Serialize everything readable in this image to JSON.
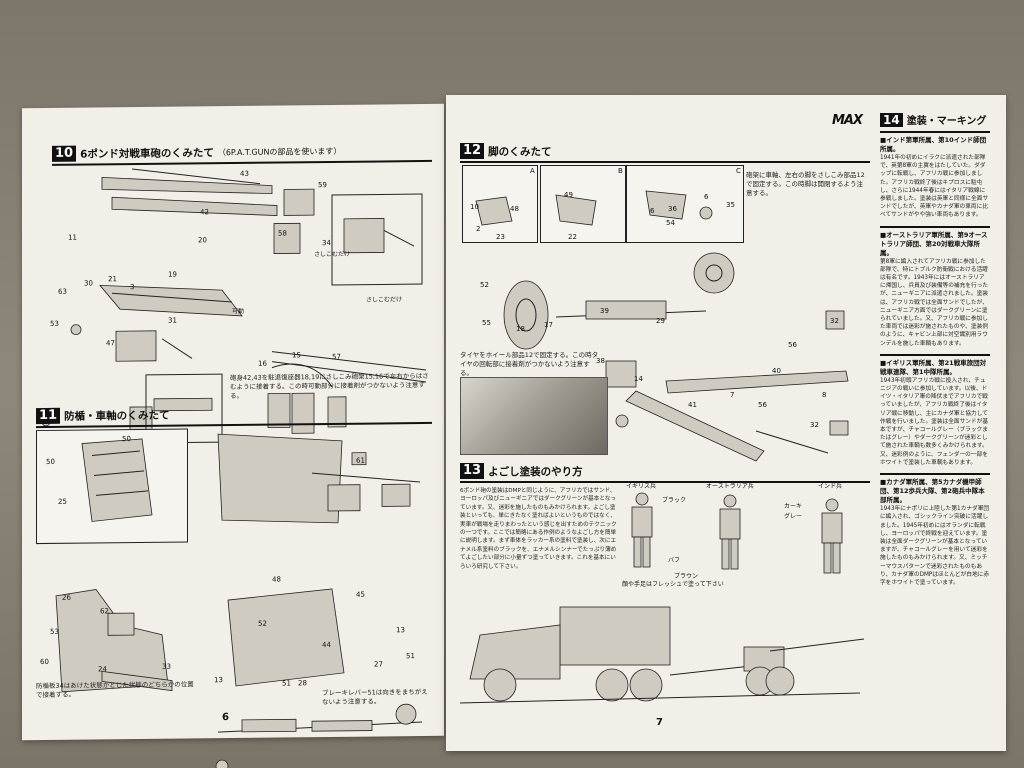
{
  "left_page": {
    "page_number": "6",
    "section10": {
      "num": "10",
      "title": "6ポンド対戦車砲のくみたて",
      "subtitle": "（6P.A.T.GUNの部品を使います）",
      "labels": [
        "43",
        "42",
        "59",
        "34",
        "58",
        "20",
        "19",
        "11",
        "63",
        "3",
        "30",
        "21",
        "53",
        "31",
        "47",
        "さしこむだけ",
        "さしこむだけ",
        "可動",
        "16",
        "15",
        "57"
      ],
      "note": "砲身42,43を駐退復座器18,19にさしこみ砲架15,16で左右からはさむように接着する。この時可動部分に接着剤がつかないよう注意する。"
    },
    "section11": {
      "num": "11",
      "title": "防楯・車軸のくみたて",
      "labels": [
        "50",
        "50",
        "25",
        "61",
        "62",
        "26",
        "53",
        "60",
        "24",
        "33",
        "48",
        "45",
        "44",
        "52",
        "13",
        "51",
        "27",
        "51",
        "28",
        "13"
      ],
      "note_left": "防楯板34はあけた状態かとじた状態のどちらかの位置で接着する。",
      "note_right": "ブレーキレバー51は向きをまちがえないよう注意する。"
    }
  },
  "right_page": {
    "page_number": "7",
    "logo": "MAX",
    "section12": {
      "num": "12",
      "title": "脚のくみたて",
      "box_labels": [
        "A",
        "B",
        "C"
      ],
      "labels": [
        "10",
        "48",
        "2",
        "23",
        "49",
        "22",
        "6",
        "36",
        "54",
        "6",
        "35",
        "52",
        "55",
        "17",
        "18",
        "39",
        "38",
        "14",
        "41",
        "40",
        "56",
        "56",
        "32",
        "32",
        "29",
        "7",
        "8"
      ],
      "note": "砲架に車軸、左右の脚をさしこみ部品12で固定する。この時脚は開閉するよう注意する。",
      "tire_note": "タイヤをホイール部品12で固定する。この時タイヤの回転部に接着剤がつかないよう注意する。"
    },
    "section13": {
      "num": "13",
      "title": "よごし塗装のやり方",
      "body": "6ポンド砲の塗装はDMPと同じように、アフリカではサンド、ヨーロッパ及びニューギニアではダークグリーンが基本となっています。又、迷彩を施したものもみかけられます。よごし塗装といっても、単にきたなく塗ればよいというものではなく、実車が戦場を走りまわったという感じを出すためのテクニックの一つです。ここでは簡略にある作例のようなよごし方を簡単に説明します。まず車体をラッカー系の塗料で塗装し、次にエナメル系塗料のブラックを、エナメルシンナーでたっぷり薄めてよごしたい部分に小量ずつ塗っていきます。これを基本にいろいろ研究して下さい。",
      "figure_labels": {
        "british": "イギリス兵",
        "australian": "オーストラリア兵",
        "indian": "インド兵",
        "black": "ブラック",
        "khaki": "カーキ",
        "grey": "グレー",
        "buff": "バフ",
        "brown": "ブラウン",
        "caption": "顔や手足はフレッシュで塗って下さい"
      }
    },
    "section14": {
      "num": "14",
      "title": "塗装・マーキング",
      "blocks": [
        {
          "title": "■インド第軍所属、第10インド師団所属。",
          "body": "1941年の初めにイラクに派遣された部隊で、英第8軍の主翼をはたしていた。ダダップに転戦し、アフリカ戦に参加しました。アフリカ戦終了後はキプロスに駐屯し、さらに1944年春にはイタリア戦線に参戦しました。塗装は英軍と同様に全面サンドでしたが、英軍やカナダ軍の車両に比べてサンドがやや強い車両もあります。"
        },
        {
          "title": "■オーストラリア軍所属、第9オーストラリア師団、第20対戦車大隊所属。",
          "body": "第8軍に編入されてアフリカ戦に参加した部隊で、特にトブルク防衛戦における活躍は有名です。1943年にはオーストラリアに帰国し、兵員及び装備等の補充を行ったが、ニューギニアに派遣されました。塗装は、アフリカ戦では全面サンドでしたが、ニューギニア方面ではダークグリーンに塗られていました。又、アフリカ戦に参加した車両では迷彩が施されたものや、塗装例のように、キャビン上部に対空識別用ラウンデルを施した車輌もあります。"
        },
        {
          "title": "■イギリス軍所属、第21戦車旅団対戦車連隊、第1中隊所属。",
          "body": "1943年初頭アフリカ戦に投入され、チュニジアの戦いに参加しています。以後、ドイツ・イタリア軍の降伏までアフリカで戦っていましたが、アフリカ戦終了後はイタリア戦に移動し、主にカナダ軍と協力して作戦を行いました。塗装は全面サンドが基本ですが、チャコールグレー（ブラックまたはグレー）やダークグリーンが迷彩として施された車輌も数多くみかけられます。又、迷彩例のように、フェンダーの一部をホワイトで塗装した車輌もあります。"
        },
        {
          "title": "■カナダ軍所属、第5カナダ機甲師団、第12歩兵大隊、第2砲兵中隊本部所属。",
          "body": "1943年にナポリに上陸した第1カナダ軍団に編入され、ゴシックライン突破に活躍しました。1945年初めにはオランダに転戦し、ヨーロッパで終戦を迎えています。塗装は全面ダークグリーンが基本となっていますが、チャコールグレーを用いて迷彩を施したものもみかけられます。又、ミッチーマウスパターンで迷彩されたものもあり、カナダ軍のDMPはほとんどが白地に赤字をホワイトで塗っています。"
        }
      ]
    }
  }
}
